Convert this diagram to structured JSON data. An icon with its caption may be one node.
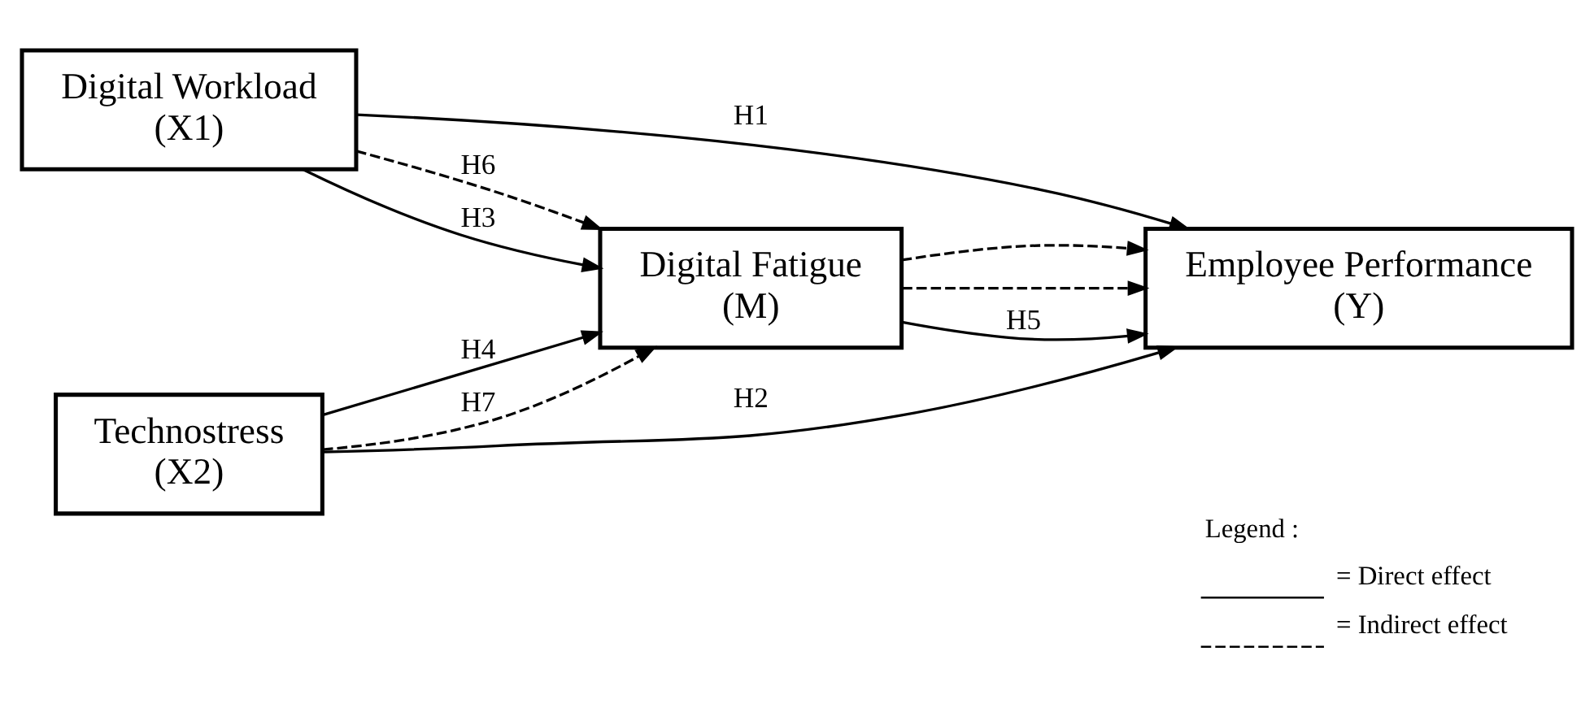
{
  "diagram": {
    "nodes": [
      {
        "text": [
          "Digital Workload",
          "(X1)"
        ]
      },
      {
        "text": [
          "Digital Fatigue",
          "(M)"
        ]
      },
      {
        "text": [
          "Technostress",
          "(X2)"
        ]
      },
      {
        "text": [
          "Employee Performance",
          "(Y)"
        ]
      }
    ],
    "edges": [
      {
        "from": 0,
        "to": 3,
        "arrow": "to",
        "label": "H1"
      },
      {
        "from": 0,
        "to": 1,
        "arrow": "to",
        "label": "H6",
        "style": "dashed"
      },
      {
        "from": 0,
        "to": 1,
        "arrow": "to",
        "label": "H3"
      },
      {
        "from": 2,
        "to": 1,
        "arrow": "to",
        "label": "H4"
      },
      {
        "from": 2,
        "to": 1,
        "arrow": "to",
        "label": "H7",
        "style": "dashed"
      },
      {
        "from": 1,
        "to": 3,
        "arrow": "to",
        "style": "dashed"
      },
      {
        "from": 1,
        "to": 3,
        "arrow": "to",
        "label": "H5"
      },
      {
        "from": 1,
        "to": 3,
        "arrow": "to",
        "style": "dashed"
      },
      {
        "from": 2,
        "to": 3,
        "arrow": "to",
        "label": "H2"
      }
    ],
    "labels": [
      "Legend :"
    ],
    "legend": [
      {
        "text": "= Direct effect"
      },
      {
        "text": "= Indirect effect"
      }
    ]
  }
}
